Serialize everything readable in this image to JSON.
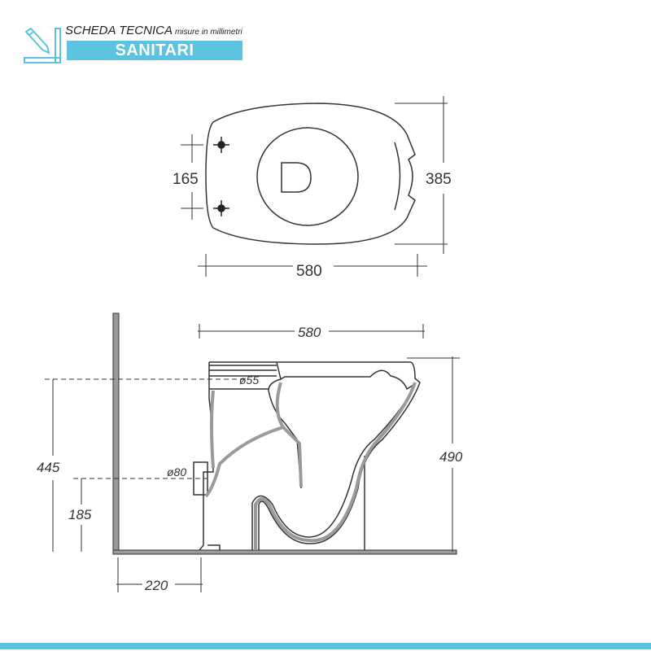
{
  "header": {
    "title": "SCHEDA TECNICA",
    "subtitle": "misure in millimetri",
    "category": "SANITARI"
  },
  "top_view": {
    "dim_bolt_spacing": "165",
    "dim_width": "385",
    "dim_length": "580"
  },
  "side_view": {
    "dim_length": "580",
    "dim_height": "490",
    "dim_inlet_height": "445",
    "dim_outlet_height": "185",
    "dim_wall_distance": "220",
    "inlet_diameter": "ø55",
    "outlet_diameter": "ø80"
  },
  "colors": {
    "accent": "#5bc3df",
    "line": "#333333",
    "wall": "#9a9a9a"
  }
}
